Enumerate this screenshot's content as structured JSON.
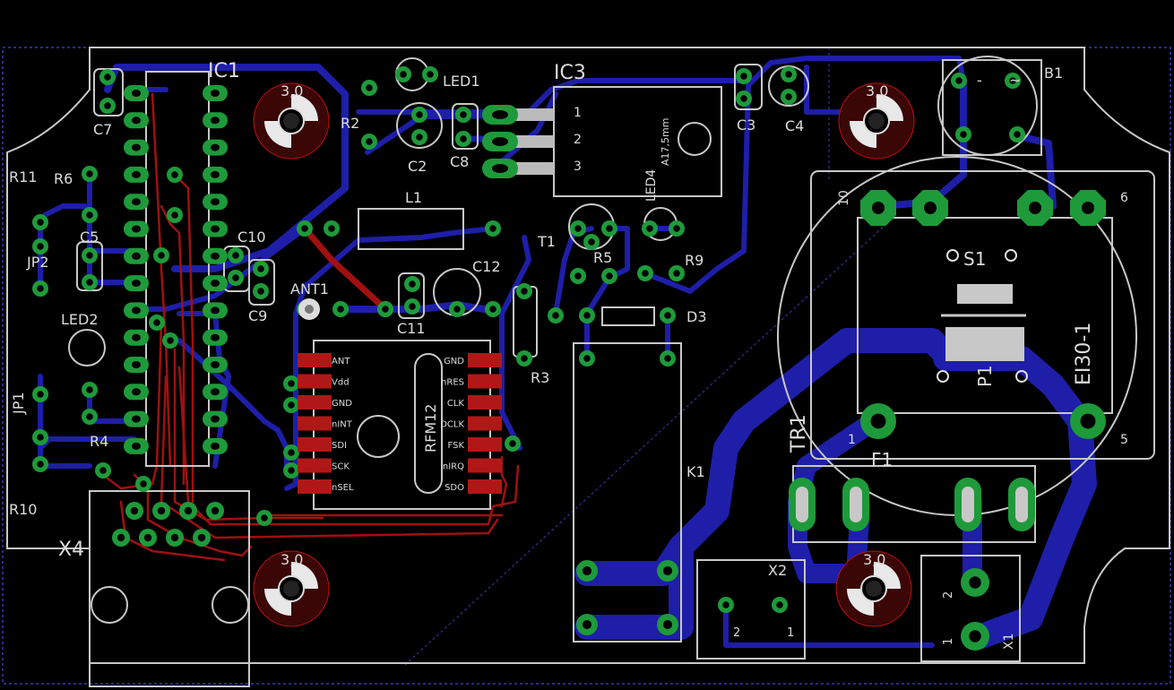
{
  "app": {
    "title": "EAGLE Board Editor"
  },
  "colors": {
    "background": "#000000",
    "bottom_layer": "#1e1ea8",
    "top_layer": "#a01010",
    "pads": "#1e9a3a",
    "silkscreen": "#c8c8c8",
    "dimension": "#3a3ab0"
  },
  "labels": {
    "ic1": "IC1",
    "ic3": "IC3",
    "led1": "LED1",
    "led2": "LED2",
    "led4": "LED4",
    "r2": "R2",
    "r3": "R3",
    "r4": "R4",
    "r5": "R5",
    "r6": "R6",
    "r9": "R9",
    "r10": "R10",
    "r11": "R11",
    "c2": "C2",
    "c3": "C3",
    "c4": "C4",
    "c5": "C5",
    "c7": "C7",
    "c8": "C8",
    "c9": "C9",
    "c10": "C10",
    "c11": "C11",
    "c12": "C12",
    "l1": "L1",
    "t1": "T1",
    "d3": "D3",
    "b1": "B1",
    "s1": "S1",
    "p1": "P1",
    "f1": "F1",
    "k1": "K1",
    "tr1": "TR1",
    "ei30": "EI30-1",
    "ant1": "ANT1",
    "jp1": "JP1",
    "jp2": "JP2",
    "x1": "X1",
    "x2": "X2",
    "x4": "X4",
    "rfm12": "RFM12",
    "led4_size": "A17,5mm",
    "hole_dia": "3,0",
    "pin_1": "1",
    "pin_2": "2",
    "pin_3": "3",
    "pin_5": "5",
    "pin_6": "6",
    "pin_10": "10",
    "b1_minus": "-",
    "b1_tilde": "~",
    "rfm_left": [
      "ANT",
      "Vdd",
      "GND",
      "nINT",
      "SDI",
      "SCK",
      "nSEL"
    ],
    "rfm_right": [
      "GND",
      "nRES",
      "CLK",
      "DCLK",
      "FSK",
      "nIRQ",
      "SDO"
    ]
  }
}
